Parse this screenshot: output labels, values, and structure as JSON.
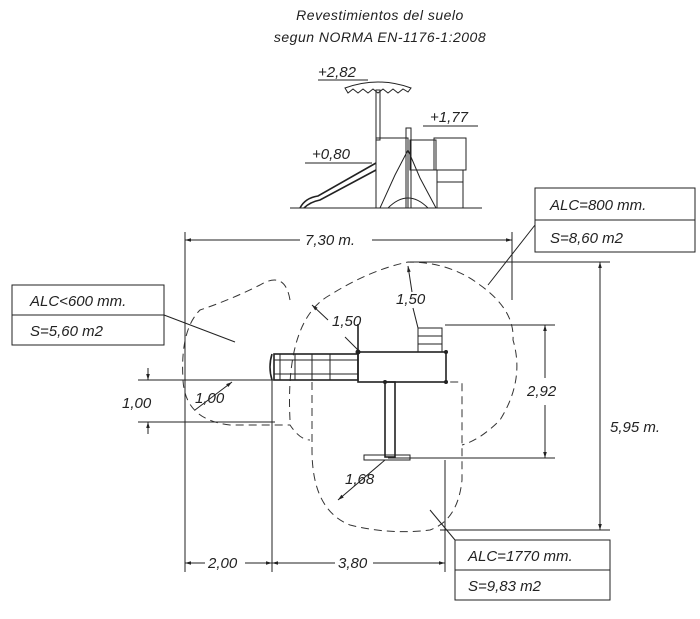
{
  "title": {
    "line1": "Revestimientos del suelo",
    "line2": "segun NORMA EN-1176-1:2008"
  },
  "elevation": {
    "height_umbrella": "+2,82",
    "height_roof": "+1,77",
    "height_platform": "+0,80"
  },
  "dimensions": {
    "total_width": "7,30 m.",
    "total_depth": "5,95 m.",
    "left_offset": "2,00",
    "lower_width": "3,80",
    "ladder_span": "2,92",
    "slide_height_band": "1,00",
    "slide_clearance": "1,00",
    "clearance_top": "1,50",
    "clearance_corner": "1,50",
    "clearance_bottom": "1,68"
  },
  "zones": [
    {
      "alc": "ALC<600 mm.",
      "surface": "S=5,60 m2"
    },
    {
      "alc": "ALC=800 mm.",
      "surface": "S=8,60 m2"
    },
    {
      "alc": "ALC=1770 mm.",
      "surface": "S=9,83 m2"
    }
  ]
}
